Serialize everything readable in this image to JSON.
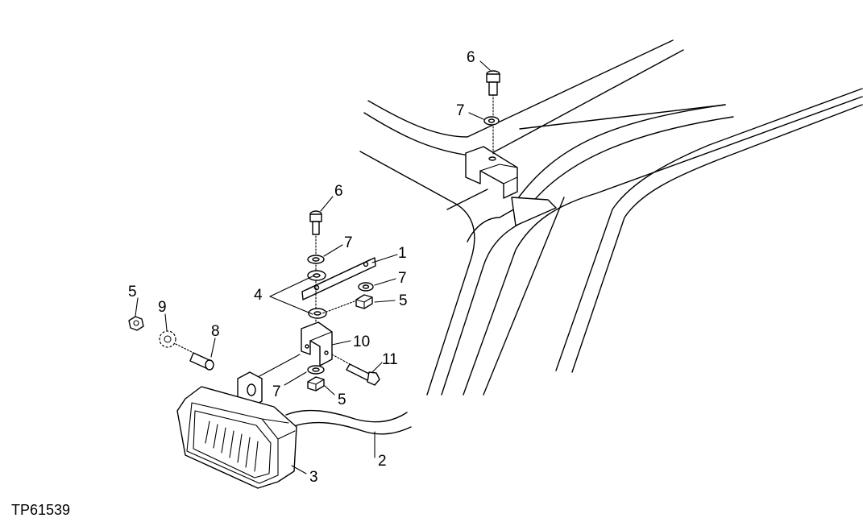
{
  "figure_id": "TP61539",
  "callouts": {
    "c6_top": "6",
    "c7_top": "7",
    "c6_mid": "6",
    "c7_mid": "7",
    "c1": "1",
    "c4": "4",
    "c7_right": "7",
    "c5_right": "5",
    "c5_left": "5",
    "c9": "9",
    "c8": "8",
    "c10": "10",
    "c11": "11",
    "c7_bottom": "7",
    "c5_bottom": "5",
    "c2": "2",
    "c3": "3"
  }
}
